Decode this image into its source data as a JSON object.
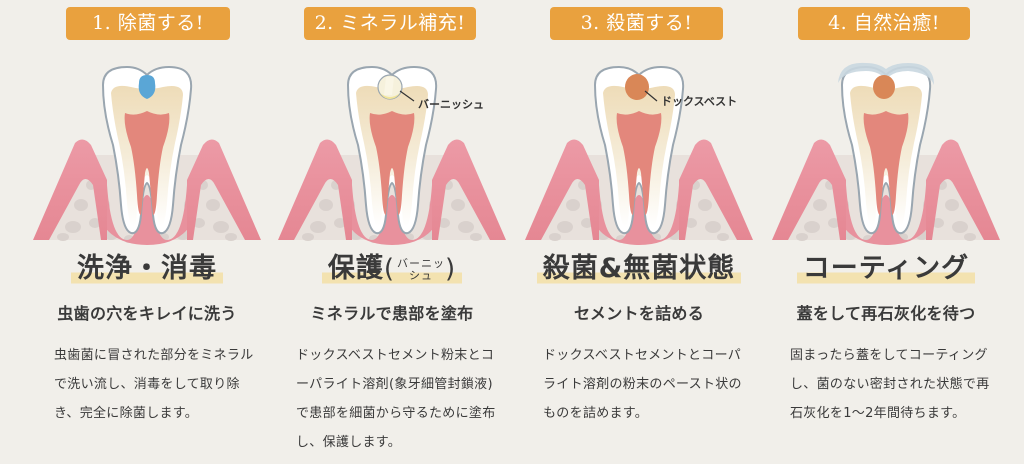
{
  "colors": {
    "background": "#f1efea",
    "badge": "#e9a13e",
    "highlight": "#f3e2b0",
    "gum": "#e8919d",
    "pulp": "#e3877c",
    "dentin": "#eedfc0",
    "enamel": "#ffffff",
    "outline": "#9aa6b0",
    "bone": "#e6dfda",
    "bone_spots": "#d8d0cc",
    "cavity_blue": "#5aa6d6",
    "varnish": "#f6f1dc",
    "dogsbest": "#d98757",
    "coating": "#c9d7e0"
  },
  "steps": [
    {
      "badge": "1. 除菌する!",
      "title": "洗浄・消毒",
      "subtitle": "虫歯の穴をキレイに洗う",
      "description": "虫歯菌に冒された部分をミネラルで洗い流し、消毒をして取り除き、完全に除菌します。",
      "illustration": "tooth-cavity-cleaned"
    },
    {
      "badge": "2. ミネラル補充!",
      "title": "保護",
      "title_paren_open": "(",
      "title_ruby_line1": "バーニッ",
      "title_ruby_line2": "シュ",
      "title_paren_close": ")",
      "subtitle": "ミネラルで患部を塗布",
      "description": "ドックスベストセメント粉末とコーパライト溶剤(象牙細管封鎖液)で患部を細菌から守るために塗布し、保護します。",
      "callout": "バーニッシュ",
      "illustration": "tooth-varnish"
    },
    {
      "badge": "3. 殺菌する!",
      "title": "殺菌&無菌状態",
      "subtitle": "セメントを詰める",
      "description": "ドックスベストセメントとコーパライト溶剤の粉末のペースト状のものを詰めます。",
      "callout": "ドックスベスト",
      "illustration": "tooth-dogsbest-filled"
    },
    {
      "badge": "4. 自然治癒!",
      "title": "コーティング",
      "subtitle": "蓋をして再石灰化を待つ",
      "description": "固まったら蓋をしてコーティングし、菌のない密封された状態で再石灰化を1～2年間待ちます。",
      "illustration": "tooth-coated"
    }
  ]
}
